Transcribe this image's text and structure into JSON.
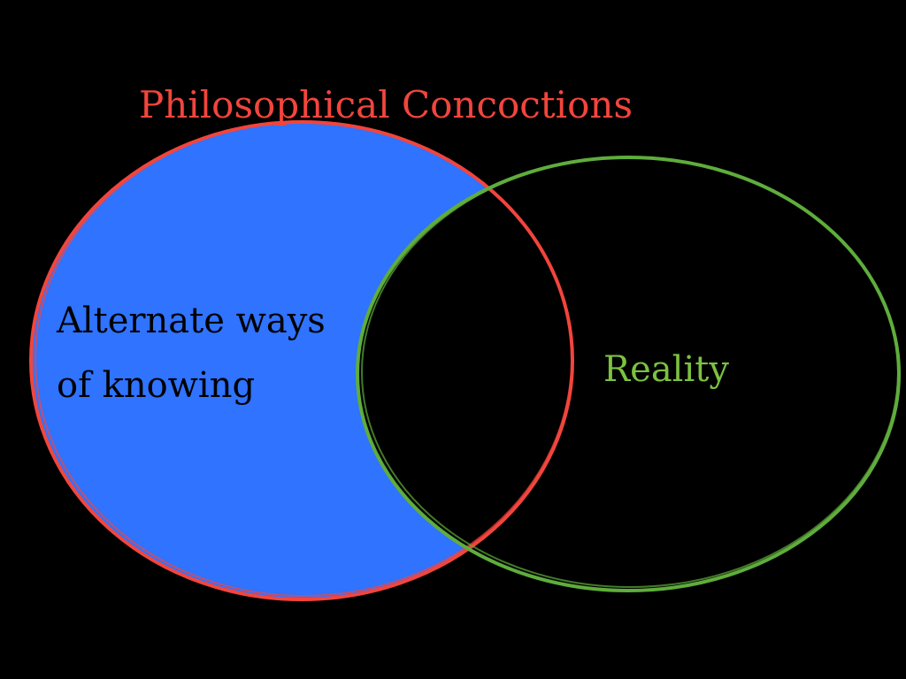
{
  "diagram": {
    "type": "venn",
    "background": "#000000",
    "sets": [
      {
        "name_key": "philosophical",
        "label": "Philosophical Concoctions",
        "outline_color": "#f2453d",
        "label_color": "#f2453d"
      },
      {
        "name_key": "reality",
        "label": "Reality",
        "outline_color": "#5fad3c",
        "label_color": "#7cc142"
      }
    ],
    "region": {
      "label_line1": "Alternate ways",
      "label_line2": "of knowing",
      "fill_color": "#2f73ff",
      "label_color": "#000000"
    }
  }
}
